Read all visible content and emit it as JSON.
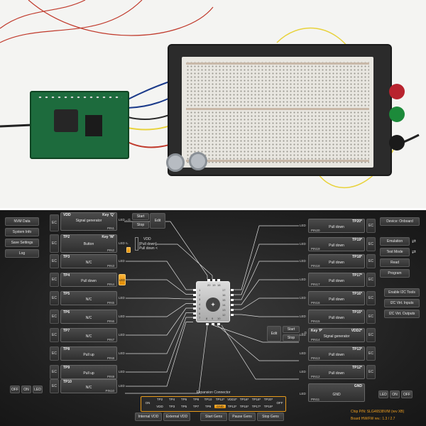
{
  "left_menu": [
    "NVM Data",
    "System Info",
    "Save Settings",
    "Log"
  ],
  "right_menu": {
    "device": "Device: Onboard",
    "emulation": "Emulation",
    "test_mode": "Test Mode",
    "read": "Read",
    "program": "Program",
    "enable_i2c": "Enable I2C Tools",
    "i2c_inputs": "I2C Virt. Inputs",
    "i2c_outputs": "I2C Virt. Outputs"
  },
  "vdd_block": {
    "label": "VDD",
    "key": "Key 'Q'",
    "func": "Signal generator",
    "pin": "PIN1",
    "led_g": "LED→G",
    "start": "Start",
    "stop": "Stop",
    "edit": "Edit"
  },
  "tp2": {
    "label": "TP2",
    "key": "Key 'W'",
    "func": "Button",
    "pin": "PIN2",
    "led": "LED",
    "dir": "↑L",
    "vdd_text": "VDD",
    "pull_down": "[Pull down]",
    "pull_down2": "Pull down <"
  },
  "left_pins": [
    {
      "tp": "TP3",
      "func": "N/C",
      "pin": "PIN3"
    },
    {
      "tp": "TP4",
      "func": "Pull down",
      "pin": "PIN4"
    },
    {
      "tp": "TP5",
      "func": "N/C",
      "pin": "PIN5"
    },
    {
      "tp": "TP6",
      "func": "N/C",
      "pin": "PIN6"
    },
    {
      "tp": "TP7",
      "func": "N/C",
      "pin": "PIN7"
    },
    {
      "tp": "TP8",
      "func": "Pull up",
      "pin": "PIN8"
    },
    {
      "tp": "TP9",
      "func": "Pull up",
      "pin": "PIN9"
    },
    {
      "tp": "TP10",
      "func": "N/C",
      "pin": "PIN10"
    }
  ],
  "right_pins": [
    {
      "tp": "TP20*",
      "func": "Pull down",
      "pin": "PIN20"
    },
    {
      "tp": "TP19*",
      "func": "Pull down",
      "pin": "PIN19"
    },
    {
      "tp": "TP18*",
      "func": "Pull down",
      "pin": "PIN18"
    },
    {
      "tp": "TP17*",
      "func": "Pull down",
      "pin": "PIN17"
    },
    {
      "tp": "TP16*",
      "func": "Pull down",
      "pin": "PIN16"
    },
    {
      "tp": "TP15*",
      "func": "Pull down",
      "pin": "PIN15"
    },
    {
      "tp": "VDD2*",
      "func": "Signal generator",
      "pin": "PIN14",
      "key": "Key 'P'"
    },
    {
      "tp": "TP13*",
      "func": "Pull down",
      "pin": "PIN13"
    },
    {
      "tp": "TP12*",
      "func": "Pull down",
      "pin": "PIN12"
    }
  ],
  "gnd": {
    "label": "GND",
    "func": "GND",
    "pin": "PIN11"
  },
  "common": {
    "ec": "EC",
    "led": "LED",
    "off": "OFF",
    "on": "ON",
    "start": "Start",
    "stop": "Stop",
    "edit": "Edit",
    "led_g": "←G"
  },
  "expansion": {
    "title": "Expansion Connector",
    "row1": [
      "TP2",
      "TP4",
      "TP6",
      "TP8",
      "TP10",
      "TP12*",
      "VDD2*",
      "TP16*",
      "TP18*",
      "TP20*"
    ],
    "row2": [
      "VDD",
      "TP3",
      "TP5",
      "TP7",
      "TP9",
      "GND",
      "TP13*",
      "TP15*",
      "TP17*",
      "TP19*"
    ],
    "on": "ON",
    "off": "OFF"
  },
  "bottom": {
    "internal_vdd": "Internal VDD",
    "external_vdd": "External VDD",
    "start_gens": "Start Gens",
    "pause_gens": "Pause Gens",
    "stop_gens": "Stop Gens"
  },
  "chip_info": {
    "chip": "Chip P/N: SLG46538V/M (rev XB)",
    "board": "Board HW/FW rev.: 1.3 / 2.7"
  },
  "chip_pins_top": [
    "20",
    "19",
    "18"
  ],
  "chip_pins_left": [
    "1",
    "2",
    "3",
    "4",
    "5",
    "6",
    "7"
  ],
  "chip_pins_right": [
    "17",
    "16",
    "15",
    "14",
    "13",
    "12"
  ],
  "chip_pins_bottom": [
    "8",
    "9",
    "10"
  ],
  "colors": {
    "accent": "#f0a020",
    "bg": "#1f1f1f"
  }
}
